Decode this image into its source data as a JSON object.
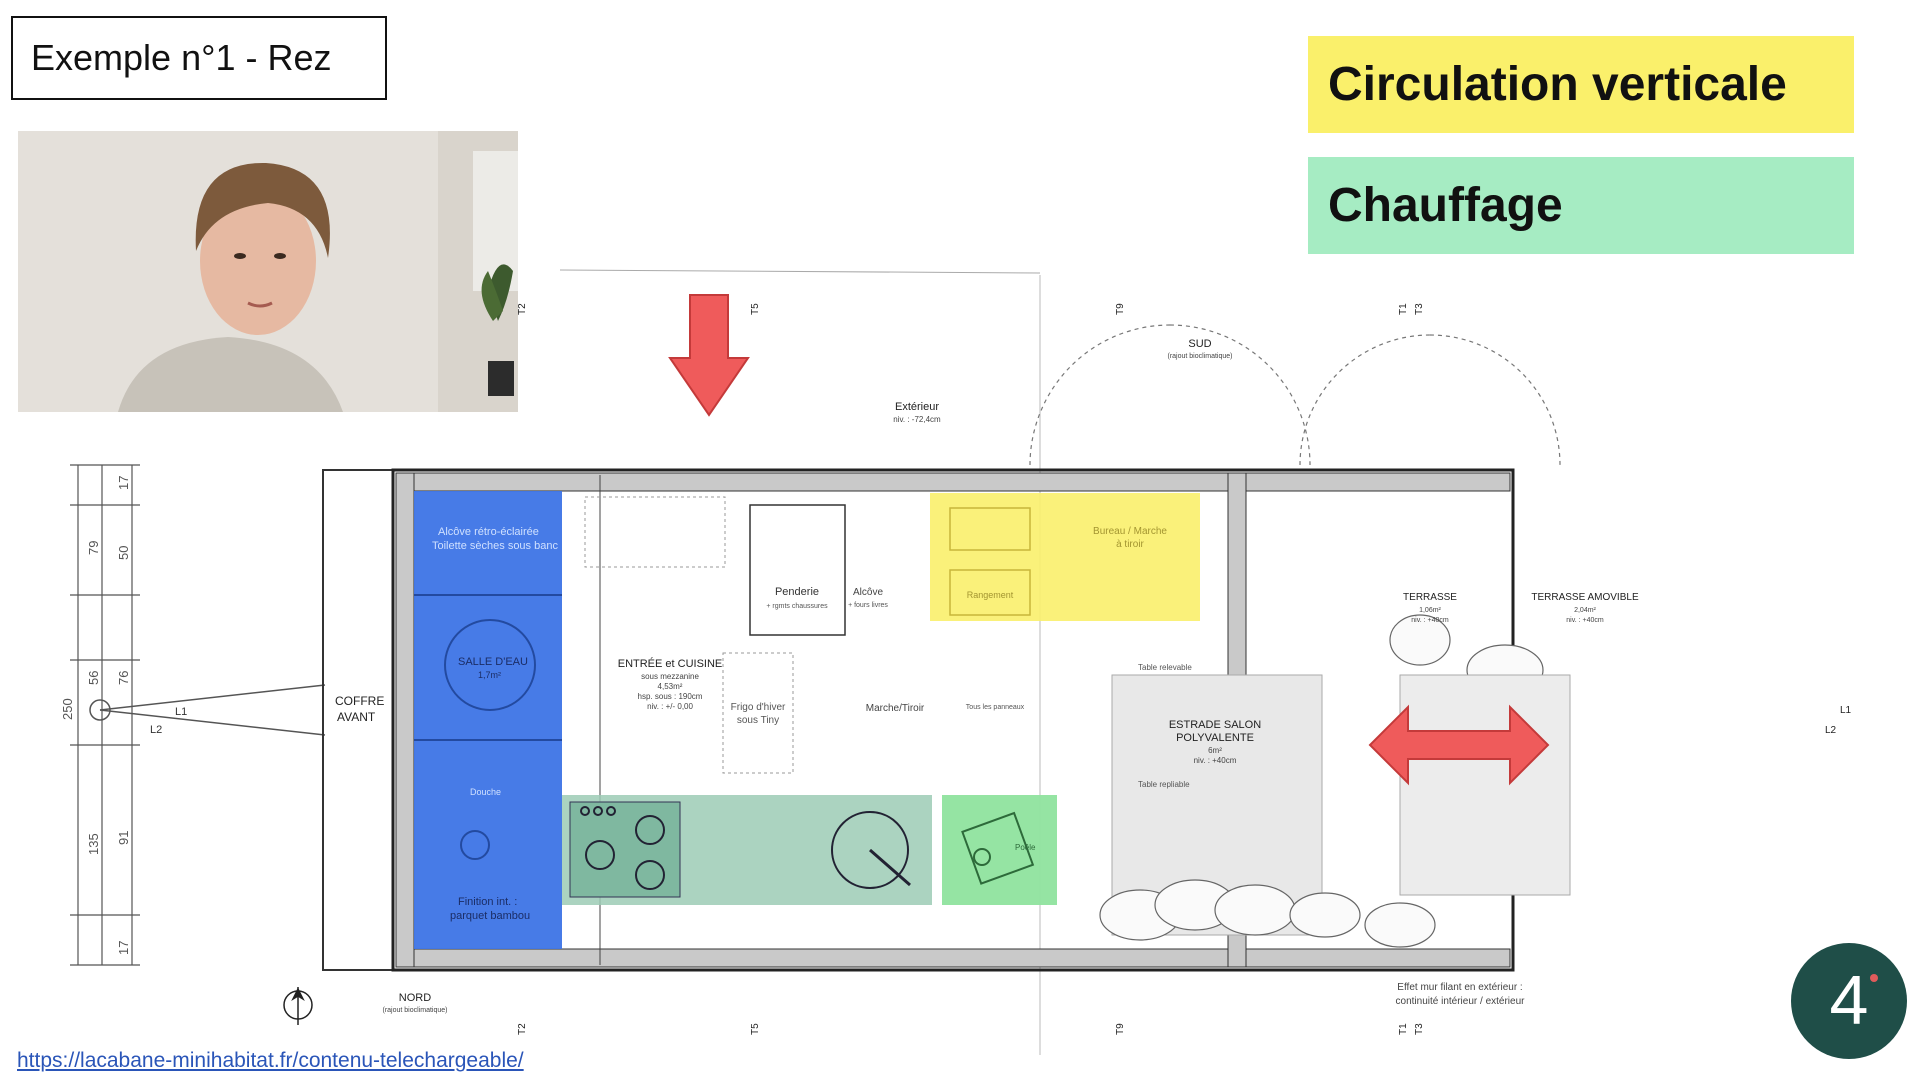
{
  "slide": {
    "title": "Exemple n°1 - Rez",
    "legend": {
      "circulation": "Circulation verticale",
      "chauffage": "Chauffage",
      "circulation_color": "#faf06b",
      "chauffage_color": "#a6ecc3"
    },
    "link": "https://lacabane-minihabitat.fr/contenu-telechargeable/",
    "logo_text": "4"
  },
  "plan": {
    "exterieur": "Extérieur",
    "exterieur_level": "niv. : -72,4cm",
    "sud": "SUD",
    "sud_sub": "(rajout bioclimatique)",
    "nord": "NORD",
    "nord_sub": "(rajout bioclimatique)",
    "coffre": "COFFRE",
    "avant": "AVANT",
    "alcove_retro": "Alcôve rétro-éclairée",
    "toilette": "Toilette sèches sous banc",
    "salle_deau": "SALLE D'EAU",
    "salle_area": "1,7m²",
    "douche": "Douche",
    "finition": "Finition int. :",
    "parquet": "parquet bambou",
    "entree": "ENTRÉE et CUISINE",
    "entree_sub": "sous mezzanine",
    "entree_area": "4,53m²",
    "entree_height": "hsp. sous : 190cm",
    "entree_level": "niv. : +/- 0,00",
    "penderie": "Penderie",
    "penderie_sub": "+ rgmts chaussures",
    "alcove": "Alcôve",
    "alcove_sub": "+ fours livres",
    "frigo": "Frigo d'hiver",
    "frigo_sub": "sous Tiny",
    "marche": "Marche/Tiroir",
    "bureau": "Bureau / Marche",
    "bureau_sub": "à tiroir",
    "rangement": "Rangement",
    "tous_panneaux": "Tous les panneaux",
    "poele": "Poêle",
    "estrade": "ESTRADE SALON",
    "polyvalente": "POLYVALENTE",
    "estrade_area": "6m²",
    "estrade_level": "niv. : +40cm",
    "table_relevable": "Table relevable",
    "table_repliable": "Table repliable",
    "terrasse": "TERRASSE",
    "terrasse_area": "1,06m²",
    "terrasse_level": "niv. : +40cm",
    "terrasse_amovible": "TERRASSE AMOVIBLE",
    "amovible_area": "2,04m²",
    "amovible_level": "niv. : +40cm",
    "effet": "Effet mur filant en extérieur :",
    "continuite": "continuité intérieur / extérieur",
    "dim_total": "250",
    "dim_79": "79",
    "dim_56": "56",
    "dim_135": "135",
    "dim_17a": "17",
    "dim_50": "50",
    "dim_76": "76",
    "dim_91": "91",
    "dim_17b": "17",
    "t2": "T2",
    "t5": "T5",
    "t9": "T9",
    "t1": "T1",
    "t3": "T3",
    "l1": "L1",
    "l2": "L2"
  }
}
